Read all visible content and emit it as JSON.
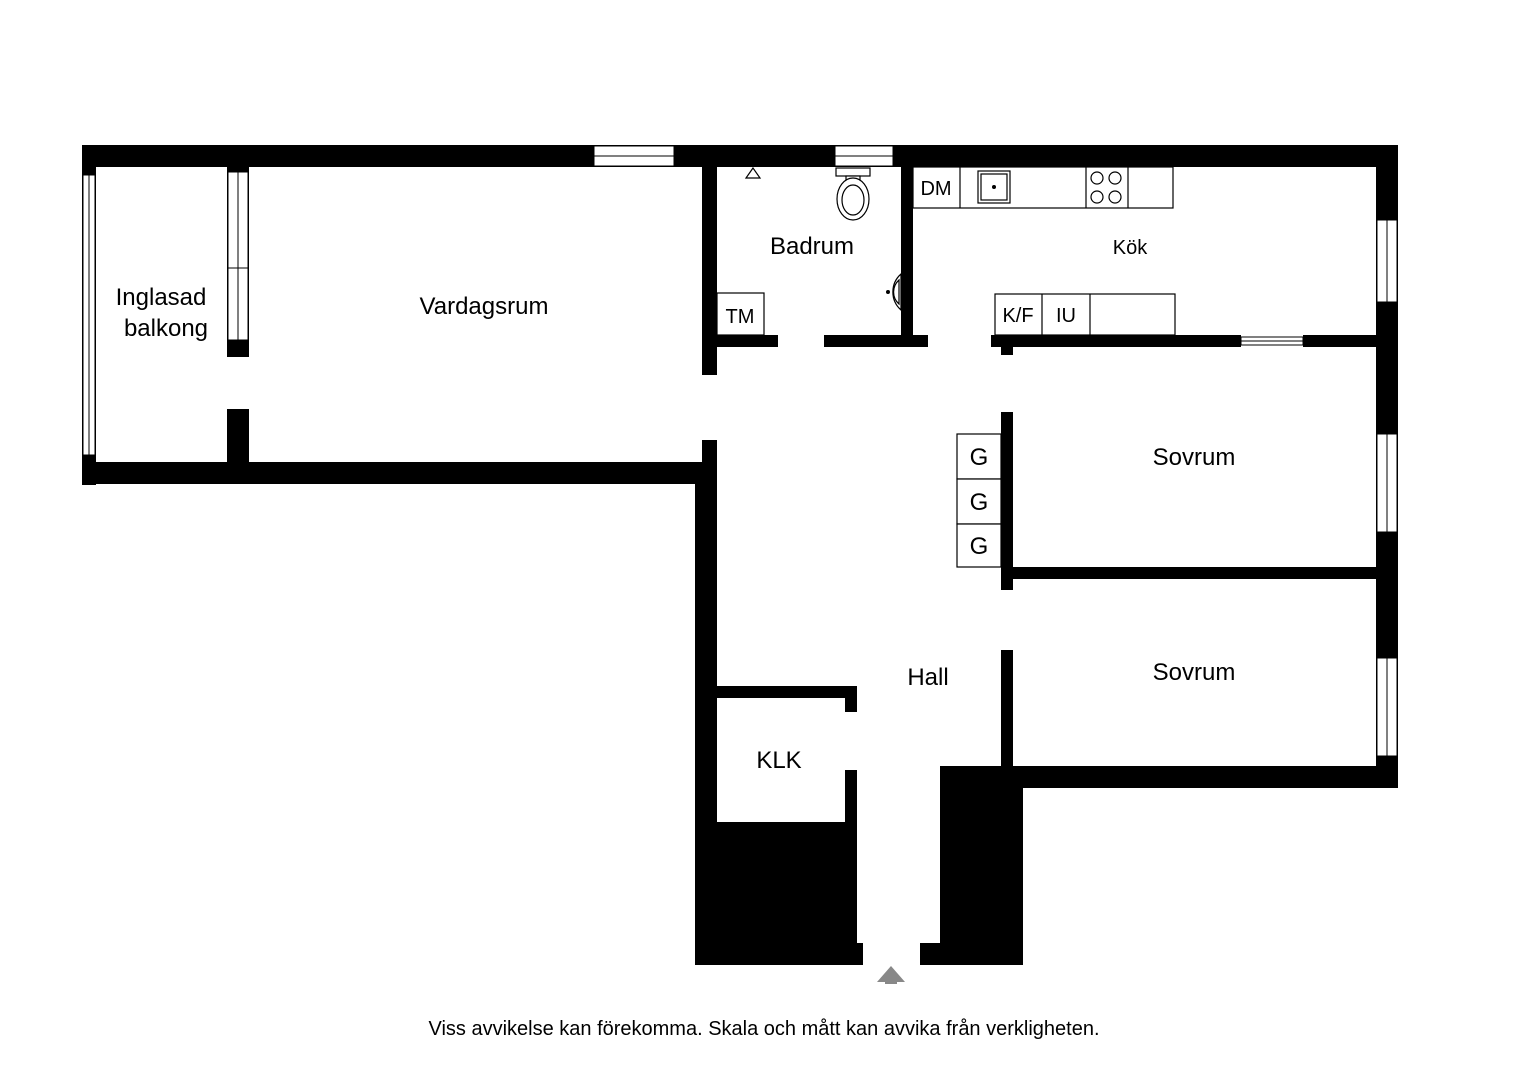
{
  "rooms": {
    "inglasad_line1": "Inglasad",
    "inglasad_line2": "balkong",
    "vardagsrum": "Vardagsrum",
    "badrum": "Badrum",
    "kok": "Kök",
    "sovrum_1": "Sovrum",
    "sovrum_2": "Sovrum",
    "hall": "Hall",
    "klk": "KLK"
  },
  "fixtures": {
    "dm": "DM",
    "tm": "TM",
    "kf": "K/F",
    "iu": "IU",
    "wardrobe_1": "G",
    "wardrobe_2": "G",
    "wardrobe_3": "G"
  },
  "icons": {
    "entrance": "entrance-arrow-icon",
    "toilet": "toilet-icon",
    "sink": "sink-icon",
    "stove": "stove-icon",
    "basin": "washbasin-icon",
    "drain": "floor-drain-icon"
  },
  "colors": {
    "wall": "#000000",
    "background": "#ffffff",
    "entrance_arrow": "#888888"
  },
  "disclaimer": "Viss avvikelse kan förekomma. Skala och mått kan avvika från verkligheten."
}
